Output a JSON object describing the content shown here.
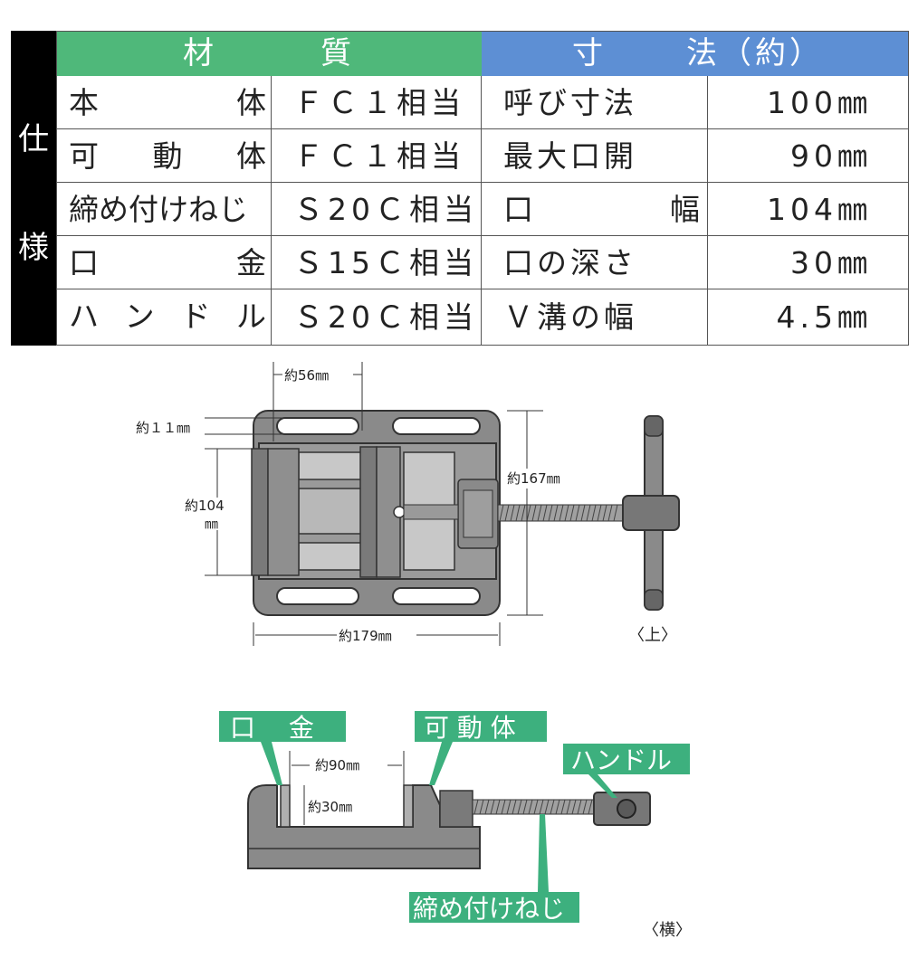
{
  "spec_table": {
    "side_label": [
      "仕",
      "様"
    ],
    "header_material": [
      "材",
      "質"
    ],
    "header_dimension": [
      "寸",
      "法（約）"
    ],
    "rows": [
      {
        "part": [
          "本",
          "体"
        ],
        "material": "ＦＣ１相当",
        "item": "呼び寸法",
        "value": "100㎜"
      },
      {
        "part": [
          "可",
          "動",
          "体"
        ],
        "material": "ＦＣ１相当",
        "item": "最大口開",
        "value": "90㎜"
      },
      {
        "part": [
          "締め付けねじ"
        ],
        "material": "Ｓ20Ｃ相当",
        "item": [
          "口",
          "幅"
        ],
        "value": "104㎜"
      },
      {
        "part": [
          "口",
          "金"
        ],
        "material": "Ｓ15Ｃ相当",
        "item": "口の深さ",
        "value": "30㎜"
      },
      {
        "part": [
          "ハ",
          "ン",
          "ド",
          "ル"
        ],
        "material": "Ｓ20Ｃ相当",
        "item": "Ｖ溝の幅",
        "value": "4.5㎜"
      }
    ]
  },
  "top_view": {
    "dim_56": "約56㎜",
    "dim_11": "約１１㎜",
    "dim_104_line1": "約104",
    "dim_104_line2": "㎜",
    "dim_167": "約167㎜",
    "dim_179": "約179㎜",
    "view_label": "〈上〉"
  },
  "side_view": {
    "callout_jaw": "口　 金",
    "callout_movable": "可 動 体",
    "callout_handle": "ハンドル",
    "callout_screw": "締め付けねじ",
    "dim_90": "約90㎜",
    "dim_30": "約30㎜",
    "view_label": "〈横〉"
  },
  "colors": {
    "material_header": "#4fb87a",
    "dimension_header": "#5d8fd4",
    "side_label_bg": "#000000",
    "callout": "#3db07e",
    "vise_body": "#8a8a8a"
  }
}
